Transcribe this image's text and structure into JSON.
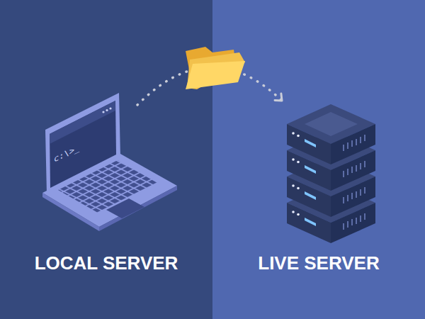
{
  "diagram": {
    "nodes": [
      {
        "text": [
          "c:\\>_",
          "LOCAL SERVER"
        ]
      },
      {
        "text": [
          "LIVE SERVER"
        ]
      }
    ],
    "edges": [
      {
        "from": 0,
        "to": 1,
        "arrow": "to"
      }
    ]
  }
}
